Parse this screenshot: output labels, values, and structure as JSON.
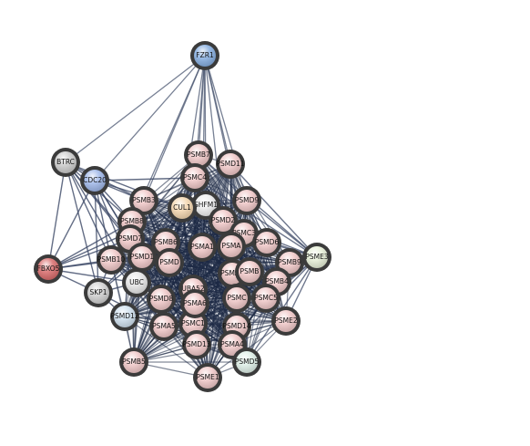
{
  "network": {
    "nodes": [
      {
        "id": "FZR1",
        "color": "#86aee0"
      },
      {
        "id": "BTRC",
        "color": "#cccccc"
      },
      {
        "id": "CDC20",
        "color": "#9fb7e8"
      },
      {
        "id": "FBXO5",
        "color": "#d96d6d"
      },
      {
        "id": "SKP1",
        "color": "#d0d0d0"
      },
      {
        "id": "PSME3",
        "color": "#e7f0d8"
      },
      {
        "id": "PSMB7",
        "color": "#f0c8c8"
      },
      {
        "id": "PSMD11",
        "color": "#f0c8c8"
      },
      {
        "id": "PSMC4",
        "color": "#f0c8c8"
      },
      {
        "id": "PSMB3",
        "color": "#f0c8c8"
      },
      {
        "id": "SHFM1",
        "color": "#eeeeee"
      },
      {
        "id": "CUL1",
        "color": "#f4d7b0"
      },
      {
        "id": "PSMD9",
        "color": "#f0c8c8"
      },
      {
        "id": "PSMB8",
        "color": "#f0c8c8"
      },
      {
        "id": "PSMD2",
        "color": "#f0c8c8"
      },
      {
        "id": "PSMD7",
        "color": "#f0c8c8"
      },
      {
        "id": "PSMC3",
        "color": "#f0c8c8"
      },
      {
        "id": "PSMB6",
        "color": "#f0c8c8"
      },
      {
        "id": "PSMB10",
        "color": "#f0c8c8"
      },
      {
        "id": "PSMD1",
        "color": "#f0c8c8"
      },
      {
        "id": "PSMA1",
        "color": "#f0c8c8"
      },
      {
        "id": "PSMB9",
        "color": "#f0c8c8"
      },
      {
        "id": "PSMD6",
        "color": "#f0c8c8"
      },
      {
        "id": "PSMA7",
        "color": "#f0c8c8"
      },
      {
        "id": "PSMB4",
        "color": "#f0c8c8"
      },
      {
        "id": "UBC",
        "color": "#e6e6e6"
      },
      {
        "id": "PSMD8",
        "color": "#f0c8c8"
      },
      {
        "id": "UBA52",
        "color": "#f0c8c8"
      },
      {
        "id": "PSMC5",
        "color": "#f0c8c8"
      },
      {
        "id": "PSMD12",
        "color": "#cfe0ee"
      },
      {
        "id": "PSMA5",
        "color": "#f0c8c8"
      },
      {
        "id": "PSMC1",
        "color": "#f0c8c8"
      },
      {
        "id": "PSMD14",
        "color": "#f0c8c8"
      },
      {
        "id": "PSME2",
        "color": "#f0c8c8"
      },
      {
        "id": "PSMA6",
        "color": "#f0c8c8"
      },
      {
        "id": "PSMD13",
        "color": "#f0c8c8"
      },
      {
        "id": "PSMA4",
        "color": "#f0c8c8"
      },
      {
        "id": "PSMB5",
        "color": "#f0c8c8"
      },
      {
        "id": "PSMD5",
        "color": "#dff0e8"
      },
      {
        "id": "PSME1",
        "color": "#f0c8c8"
      },
      {
        "id": "PSMD",
        "color": "#f0c8c8"
      },
      {
        "id": "PSMB",
        "color": "#f0c8c8"
      },
      {
        "id": "PSMC",
        "color": "#f0c8c8"
      },
      {
        "id": "PSMA",
        "color": "#f0c8c8"
      }
    ]
  }
}
